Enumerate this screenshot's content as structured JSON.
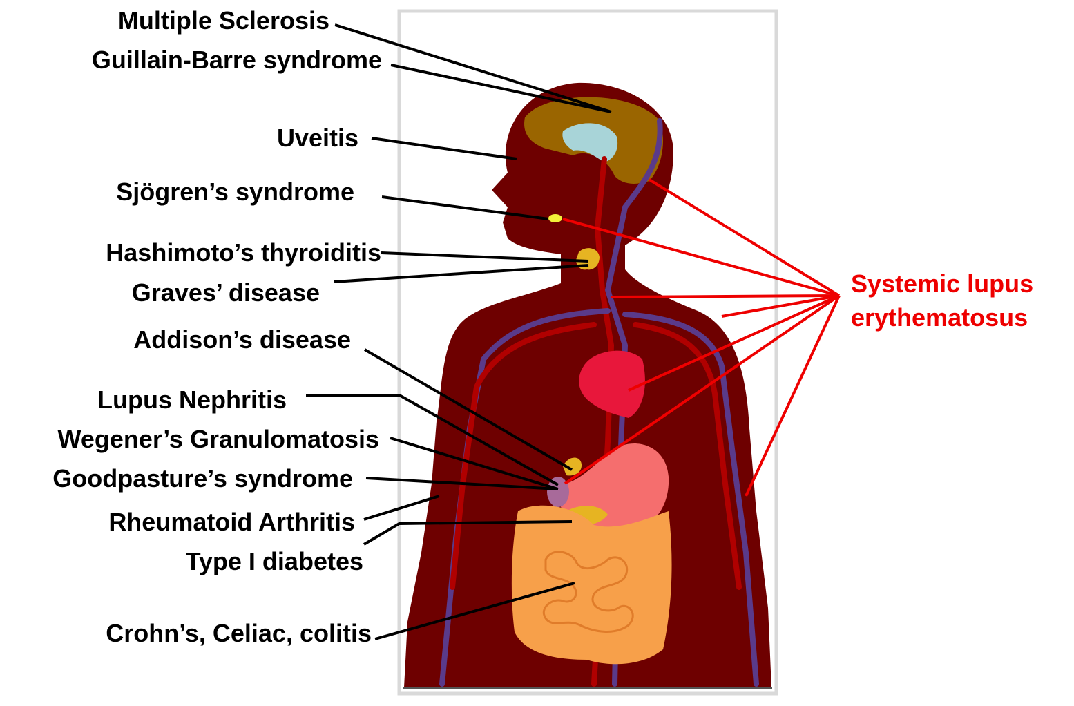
{
  "diagram": {
    "labels_left": [
      "Multiple Sclerosis",
      "Guillain-Barre syndrome",
      "Uveitis",
      "Sjögren’s syndrome",
      "Hashimoto’s thyroiditis",
      "Graves’ disease",
      "Addison’s disease",
      "Lupus Nephritis",
      "Wegener’s Granulomatosis",
      "Goodpasture’s syndrome",
      "Rheumatoid Arthritis",
      "Type I diabetes",
      "Crohn’s, Celiac, colitis"
    ],
    "label_right": {
      "line1": "Systemic lupus",
      "line2": "erythematosus"
    }
  },
  "colors": {
    "body": "#6e0000",
    "brain": "#9a6500",
    "ventricle": "#a8d4d8",
    "heart": "#e8173b",
    "stomach": "#f56e6e",
    "intestine": "#f7a04a",
    "gland": "#e6b422",
    "salivary": "#f2f03a",
    "vein": "#5a3a8a",
    "artery": "#b00000",
    "leader_black": "#000000",
    "leader_red": "#ee0000",
    "label_red": "#ee0000"
  }
}
